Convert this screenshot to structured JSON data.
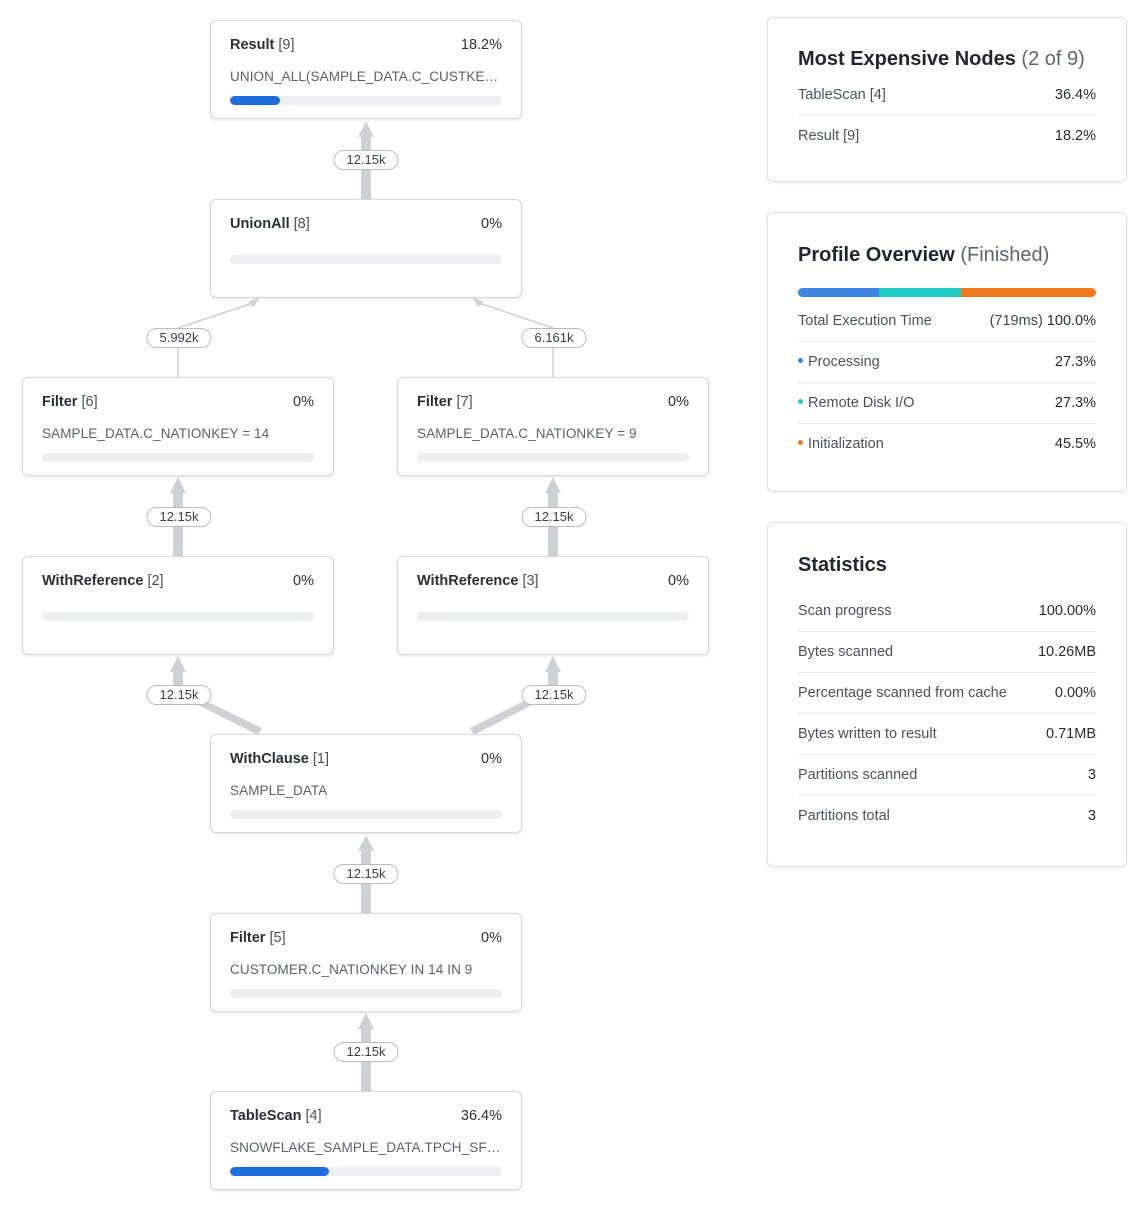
{
  "graph": {
    "nodes": {
      "result": {
        "op": "Result",
        "idx": "[9]",
        "pct": "18.2%",
        "detail": "UNION_ALL(SAMPLE_DATA.C_CUSTKEY...",
        "fill": 0.182
      },
      "unionall": {
        "op": "UnionAll",
        "idx": "[8]",
        "pct": "0%",
        "detail": "",
        "fill": 0
      },
      "filter6": {
        "op": "Filter",
        "idx": "[6]",
        "pct": "0%",
        "detail": "SAMPLE_DATA.C_NATIONKEY = 14",
        "fill": 0
      },
      "filter7": {
        "op": "Filter",
        "idx": "[7]",
        "pct": "0%",
        "detail": "SAMPLE_DATA.C_NATIONKEY = 9",
        "fill": 0
      },
      "withref2": {
        "op": "WithReference",
        "idx": "[2]",
        "pct": "0%",
        "detail": "",
        "fill": 0
      },
      "withref3": {
        "op": "WithReference",
        "idx": "[3]",
        "pct": "0%",
        "detail": "",
        "fill": 0
      },
      "withclause": {
        "op": "WithClause",
        "idx": "[1]",
        "pct": "0%",
        "detail": "SAMPLE_DATA",
        "fill": 0
      },
      "filter5": {
        "op": "Filter",
        "idx": "[5]",
        "pct": "0%",
        "detail": "CUSTOMER.C_NATIONKEY IN 14 IN 9",
        "fill": 0
      },
      "tablescan": {
        "op": "TableScan",
        "idx": "[4]",
        "pct": "36.4%",
        "detail": "SNOWFLAKE_SAMPLE_DATA.TPCH_SF1...",
        "fill": 0.364
      }
    },
    "edges": {
      "union_to_result": "12.15k",
      "filter6_to_union": "5.992k",
      "filter7_to_union": "6.161k",
      "withref2_to_filter6": "12.15k",
      "withref3_to_filter7": "12.15k",
      "withclause_to_withref2": "12.15k",
      "withclause_to_withref3": "12.15k",
      "filter5_to_withclause": "12.15k",
      "tablescan_to_filter5": "12.15k"
    }
  },
  "expensive": {
    "title": "Most Expensive Nodes",
    "count": "(2 of 9)",
    "items": [
      {
        "name": "TableScan [4]",
        "pct": "36.4%"
      },
      {
        "name": "Result [9]",
        "pct": "18.2%"
      }
    ]
  },
  "overview": {
    "title": "Profile Overview",
    "status": "(Finished)",
    "total_label": "Total Execution Time",
    "total_time": "(719ms)",
    "total_pct": "100.0%",
    "items": [
      {
        "name": "Processing",
        "pct": "27.3%",
        "share": 0.273,
        "color": "#3d86e6"
      },
      {
        "name": "Remote Disk I/O",
        "pct": "27.3%",
        "share": 0.273,
        "color": "#1fc9c4"
      },
      {
        "name": "Initialization",
        "pct": "45.5%",
        "share": 0.455,
        "color": "#f07b1f"
      }
    ]
  },
  "statistics": {
    "title": "Statistics",
    "items": [
      {
        "name": "Scan progress",
        "value": "100.00%"
      },
      {
        "name": "Bytes scanned",
        "value": "10.26MB"
      },
      {
        "name": "Percentage scanned from cache",
        "value": "0.00%"
      },
      {
        "name": "Bytes written to result",
        "value": "0.71MB"
      },
      {
        "name": "Partitions scanned",
        "value": "3"
      },
      {
        "name": "Partitions total",
        "value": "3"
      }
    ]
  }
}
